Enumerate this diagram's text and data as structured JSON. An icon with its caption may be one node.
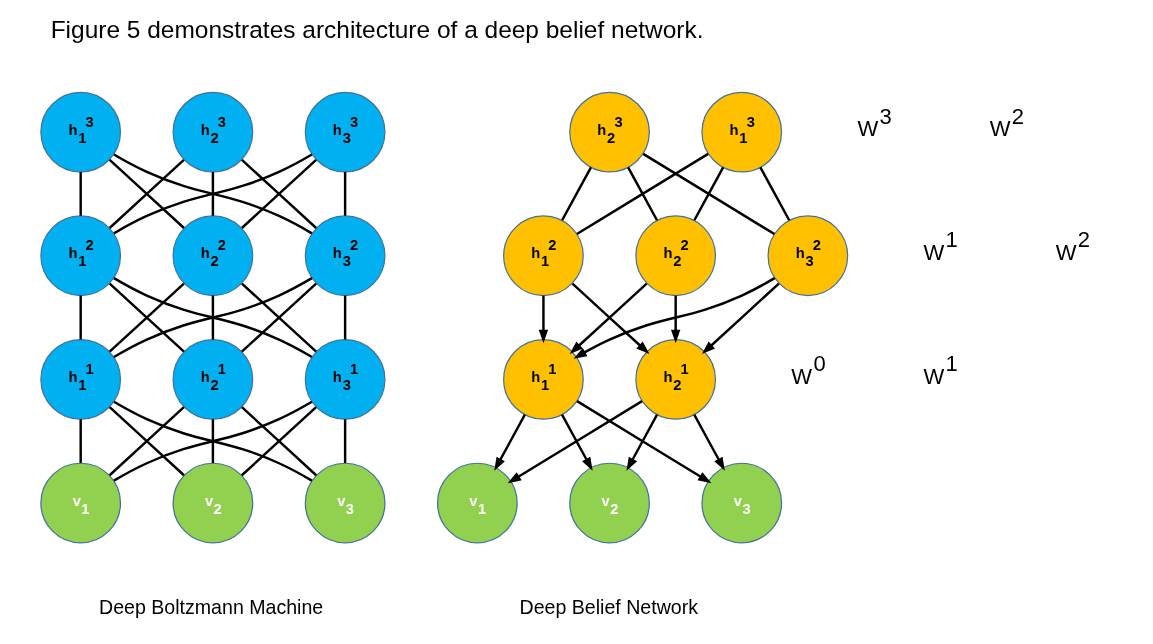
{
  "diagram": {
    "nodes": [
      {
        "text": [
          "h$_{1}$$^{3}$"
        ]
      },
      {
        "text": [
          "h$_{2}$$^{3}$"
        ]
      },
      {
        "text": [
          "h$_{3}$$^{3}$"
        ]
      },
      {
        "text": [
          "h$_{1}$$^{2}$"
        ]
      },
      {
        "text": [
          "h$_{2}$$^{2}$"
        ]
      },
      {
        "text": [
          "h$_{3}$$^{2}$"
        ]
      },
      {
        "text": [
          "h$_{1}$$^{1}$"
        ]
      },
      {
        "text": [
          "h$_{2}$$^{1}$"
        ]
      },
      {
        "text": [
          "h$_{3}$$^{1}$"
        ]
      },
      {
        "text": [
          "v$_{1}$"
        ]
      },
      {
        "text": [
          "v$_{2}$"
        ]
      },
      {
        "text": [
          "v$_{3}$"
        ]
      },
      {
        "text": [
          "h$_{1}$$^{3}$"
        ]
      },
      {
        "text": [
          "h$_{2}$$^{3}$"
        ]
      },
      {
        "text": [
          "h$_{1}$$^{2}$"
        ]
      },
      {
        "text": [
          "h$_{2}$$^{2}$"
        ]
      },
      {
        "text": [
          "h$_{3}$$^{2}$"
        ]
      },
      {
        "text": [
          "h$_{1}$$^{1}$"
        ]
      },
      {
        "text": [
          "h$_{2}$$^{1}$"
        ]
      },
      {
        "text": [
          "v$_{1}$"
        ]
      },
      {
        "text": [
          "v$_{2}$"
        ]
      },
      {
        "text": [
          "v$_{3}$"
        ]
      }
    ],
    "edges": [
      {
        "from": 0,
        "to": 3,
        "arrow": "none"
      },
      {
        "from": 0,
        "to": 4,
        "arrow": "none"
      },
      {
        "from": 0,
        "to": 5,
        "arrow": "none"
      },
      {
        "from": 1,
        "to": 3,
        "arrow": "none"
      },
      {
        "from": 1,
        "to": 4,
        "arrow": "none"
      },
      {
        "from": 1,
        "to": 5,
        "arrow": "none"
      },
      {
        "from": 2,
        "to": 3,
        "arrow": "none"
      },
      {
        "from": 2,
        "to": 4,
        "arrow": "none"
      },
      {
        "from": 2,
        "to": 5,
        "arrow": "none"
      },
      {
        "from": 3,
        "to": 6,
        "arrow": "none"
      },
      {
        "from": 3,
        "to": 7,
        "arrow": "none"
      },
      {
        "from": 3,
        "to": 8,
        "arrow": "none"
      },
      {
        "from": 4,
        "to": 6,
        "arrow": "none"
      },
      {
        "from": 4,
        "to": 7,
        "arrow": "none"
      },
      {
        "from": 4,
        "to": 8,
        "arrow": "none"
      },
      {
        "from": 5,
        "to": 6,
        "arrow": "none"
      },
      {
        "from": 5,
        "to": 7,
        "arrow": "none"
      },
      {
        "from": 5,
        "to": 8,
        "arrow": "none"
      },
      {
        "from": 6,
        "to": 9,
        "arrow": "none"
      },
      {
        "from": 6,
        "to": 10,
        "arrow": "none"
      },
      {
        "from": 6,
        "to": 11,
        "arrow": "none"
      },
      {
        "from": 7,
        "to": 9,
        "arrow": "none"
      },
      {
        "from": 7,
        "to": 10,
        "arrow": "none"
      },
      {
        "from": 7,
        "to": 11,
        "arrow": "none"
      },
      {
        "from": 8,
        "to": 9,
        "arrow": "none"
      },
      {
        "from": 8,
        "to": 10,
        "arrow": "none"
      },
      {
        "from": 8,
        "to": 11,
        "arrow": "none"
      },
      {
        "from": 12,
        "to": 14,
        "arrow": "none"
      },
      {
        "from": 12,
        "to": 15,
        "arrow": "none"
      },
      {
        "from": 12,
        "to": 16,
        "arrow": "none"
      },
      {
        "from": 13,
        "to": 14,
        "arrow": "none"
      },
      {
        "from": 13,
        "to": 15,
        "arrow": "none"
      },
      {
        "from": 13,
        "to": 16,
        "arrow": "none"
      },
      {
        "from": 14,
        "to": 17,
        "arrow": "to"
      },
      {
        "from": 14,
        "to": 18,
        "arrow": "to"
      },
      {
        "from": 15,
        "to": 17,
        "arrow": "to"
      },
      {
        "from": 15,
        "to": 18,
        "arrow": "to"
      },
      {
        "from": 16,
        "to": 17,
        "arrow": "to"
      },
      {
        "from": 16,
        "to": 18,
        "arrow": "to"
      },
      {
        "from": 17,
        "to": 19,
        "arrow": "to"
      },
      {
        "from": 17,
        "to": 20,
        "arrow": "to"
      },
      {
        "from": 17,
        "to": 21,
        "arrow": "to"
      },
      {
        "from": 18,
        "to": 19,
        "arrow": "to"
      },
      {
        "from": 18,
        "to": 20,
        "arrow": "to"
      },
      {
        "from": 18,
        "to": 21,
        "arrow": "to"
      }
    ],
    "caption": "Figure 5 demonstrates architecture of a deep belief network.",
    "labels": [
      "W$^{3}$",
      "W$^{2}$",
      "W$^{1}$",
      "W$^{2}$",
      "W$^{1}$",
      "W$^{0}$",
      "Deep Boltzmann Machine",
      "Deep Belief Network"
    ]
  }
}
